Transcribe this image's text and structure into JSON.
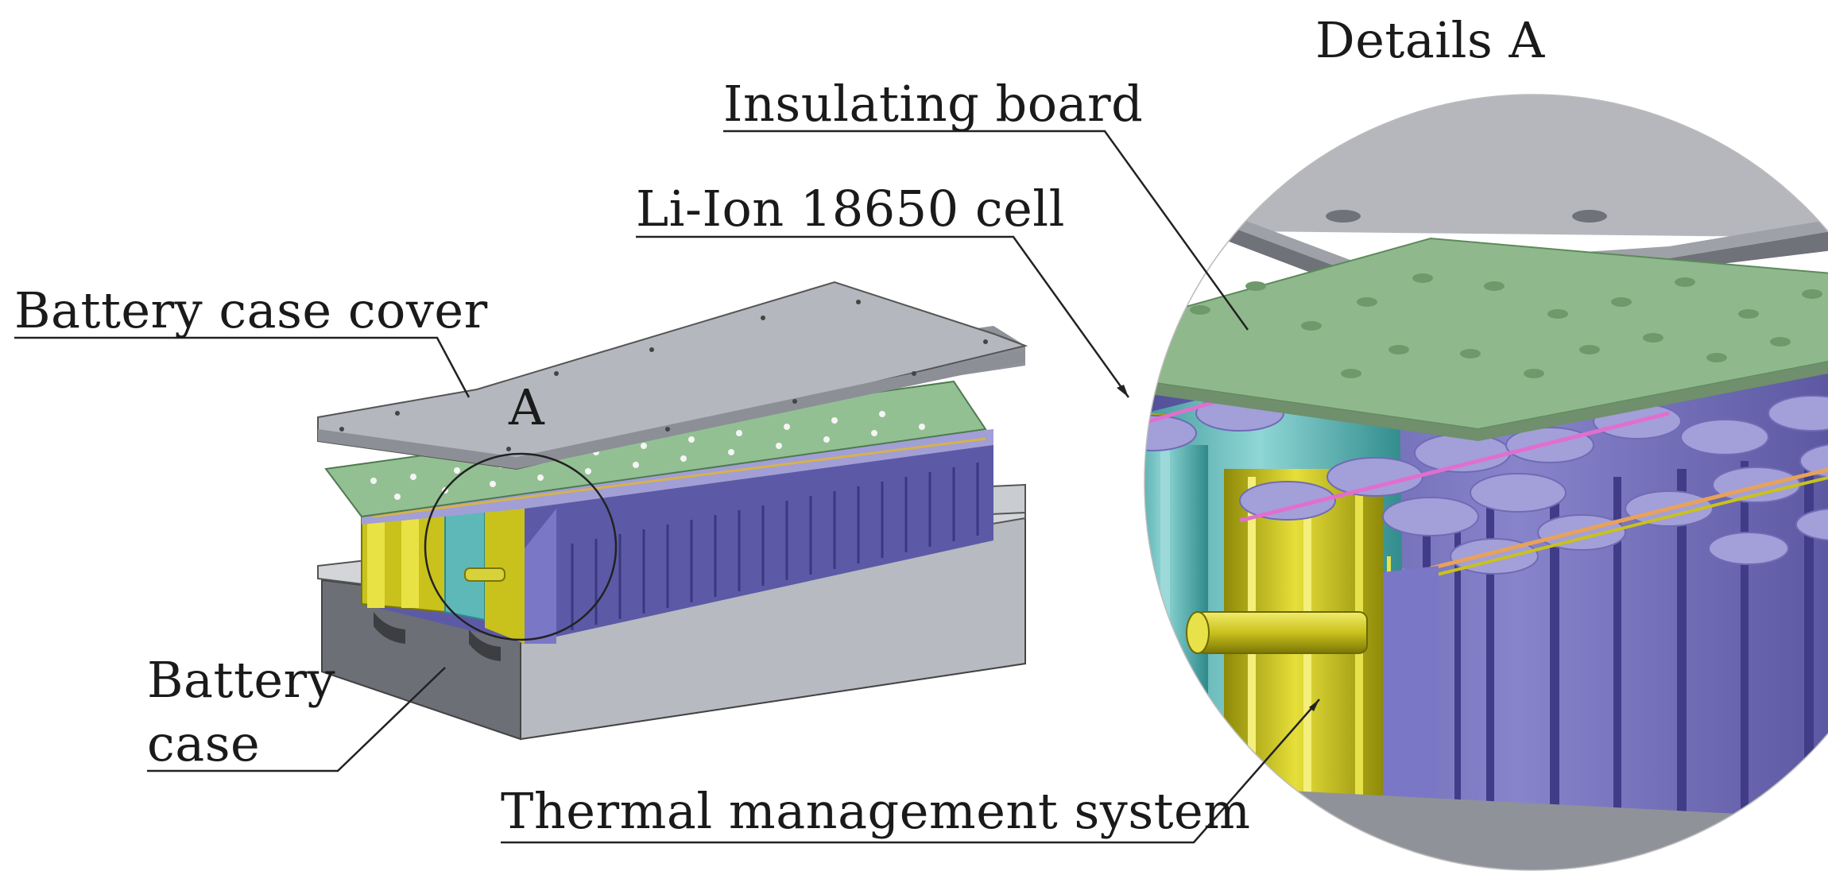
{
  "labels": {
    "details": "Details A",
    "insulating_board": "Insulating board",
    "cell": "Li-Ion 18650 cell",
    "cover": "Battery case cover",
    "marker_a": "A",
    "case_line1": "Battery",
    "case_line2": "case",
    "thermal": "Thermal management system"
  },
  "colors": {
    "cover": "#a9acb3",
    "board": "#8db58a",
    "cell_top": "#8f8dc4",
    "cell_side": "#5e5aa8",
    "cooling": "#c9c21c",
    "teal": "#5fb8b8",
    "case": "#8a8d93"
  }
}
